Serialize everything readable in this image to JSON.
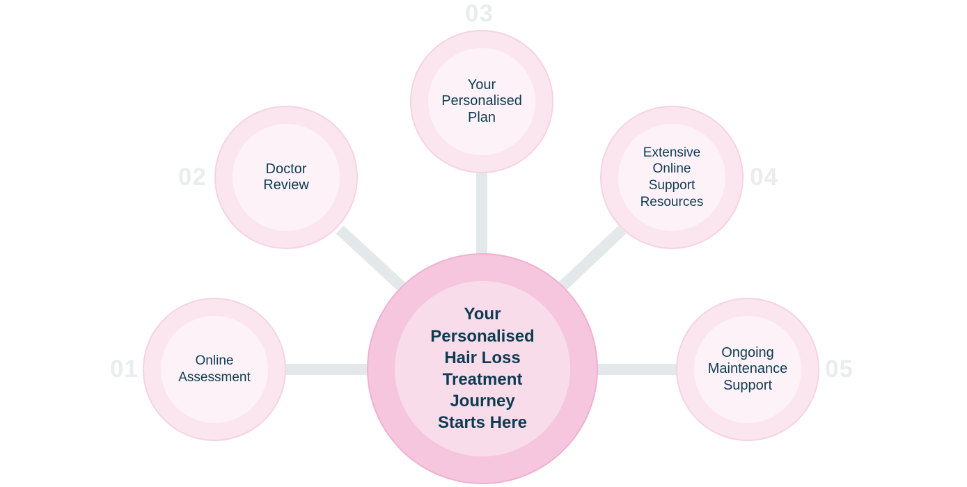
{
  "center": {
    "label": "Your\nPersonalised\nHair Loss\nTreatment\nJourney\nStarts Here"
  },
  "steps": [
    {
      "number": "01",
      "label": "Online\nAssessment"
    },
    {
      "number": "02",
      "label": "Doctor\nReview"
    },
    {
      "number": "03",
      "label": "Your\nPersonalised\nPlan"
    },
    {
      "number": "04",
      "label": "Extensive\nOnline\nSupport\nResources"
    },
    {
      "number": "05",
      "label": "Ongoing\nMaintenance\nSupport"
    }
  ],
  "colors": {
    "text": "#0d3b52",
    "node_outer": "#fbe6ef",
    "node_inner": "#fdf2f7",
    "center_outer": "#f5c6de",
    "center_inner": "#f9dcea",
    "connector": "#e3e8ea",
    "number": "#eaecee"
  }
}
